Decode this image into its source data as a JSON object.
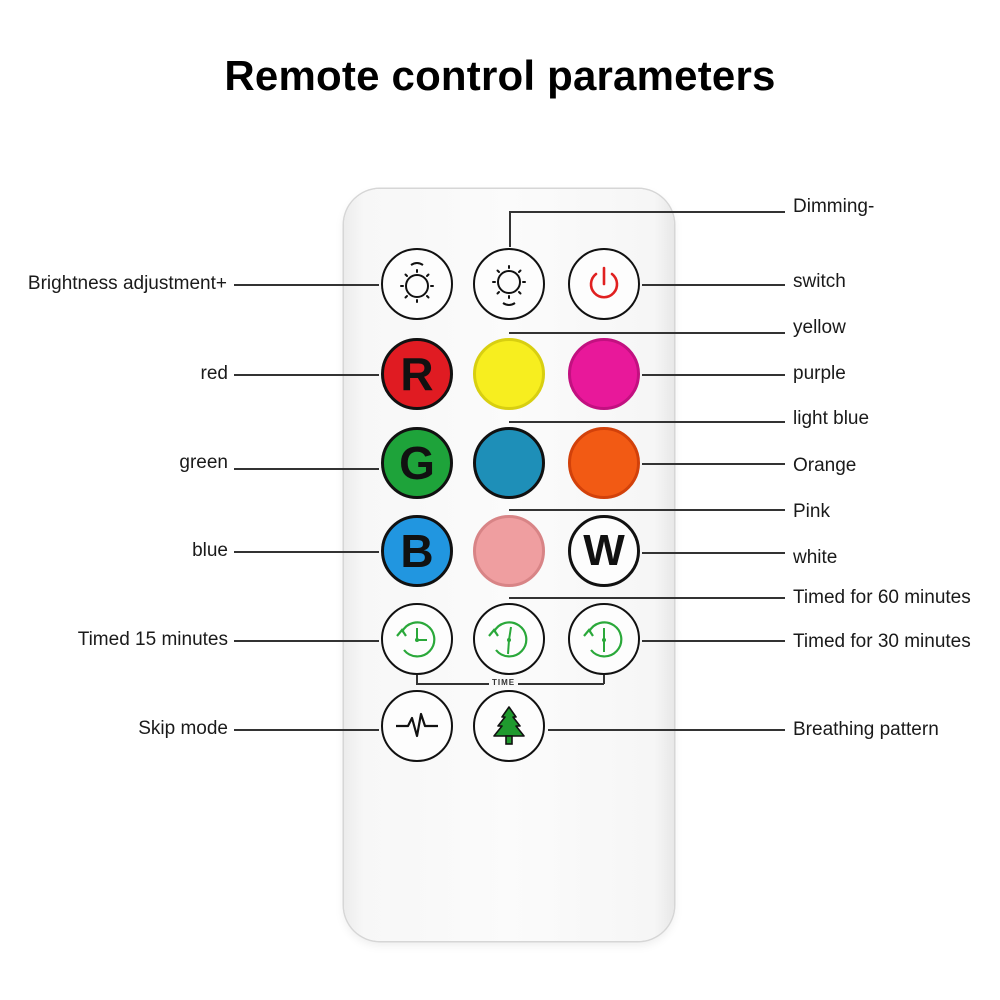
{
  "title": "Remote control parameters",
  "buttons": {
    "brightness_up_icon": "sun-plus-icon",
    "dimming_icon": "sun-minus-icon",
    "switch_icon": "power-icon",
    "red_letter": "R",
    "green_letter": "G",
    "blue_letter": "B",
    "white_letter": "W",
    "timer_icon": "clock-icon",
    "skip_icon": "pulse-wave-icon",
    "breathing_icon": "tree-icon",
    "timer_group_text": "TIME"
  },
  "colors": {
    "red": "#e01b22",
    "yellow": "#f7ee1f",
    "purple": "#e8189a",
    "green": "#1ea33a",
    "light_blue": "#1e8fb8",
    "orange": "#f25a14",
    "blue": "#2196e0",
    "pink": "#ef9ea0",
    "power_red": "#e02020",
    "timer_green": "#2aa83a",
    "tree_green": "#1f9a2e"
  },
  "labels": {
    "left": {
      "brightness": "Brightness adjustment+",
      "red": "red",
      "green": "green",
      "blue": "blue",
      "timed15": "Timed 15 minutes",
      "skip": "Skip mode"
    },
    "right": {
      "dimming": "Dimming-",
      "switch": "switch",
      "yellow": "yellow",
      "purple": "purple",
      "light_blue": "light blue",
      "orange": "Orange",
      "pink": "Pink",
      "white": "white",
      "timed60": "Timed for 60 minutes",
      "timed30": "Timed for 30 minutes",
      "breathing": "Breathing pattern"
    }
  }
}
